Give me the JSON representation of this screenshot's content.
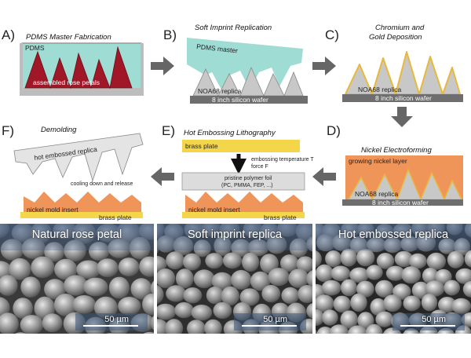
{
  "steps": {
    "A": {
      "letter": "A)",
      "title": "PDMS Master Fabrication",
      "pdms": "PDMS",
      "petals": "assembled rose petals"
    },
    "B": {
      "letter": "B)",
      "title": "Soft Imprint Replication",
      "master": "PDMS master",
      "replica": "NOA68 replica",
      "wafer": "8 inch silicon wafer"
    },
    "C": {
      "letter": "C)",
      "title_line1": "Chromium and",
      "title_line2": "Gold Deposition",
      "replica": "NOA68 replica",
      "wafer": "8 inch silicon wafer"
    },
    "D": {
      "letter": "D)",
      "title": "Nickel Electroforming",
      "nickel": "growing nickel layer",
      "replica": "NOA68 replica",
      "wafer": "8 inch silicon wafer"
    },
    "E": {
      "letter": "E)",
      "title": "Hot Embossing Lithography",
      "brass_top": "brass plate",
      "temp": "embossing temperature T",
      "force": "force F",
      "foil_line1": "pristine polymer foil",
      "foil_line2": "(PC, PMMA, FEP, ...)",
      "insert": "nickel mold insert",
      "brass_bottom": "brass plate"
    },
    "F": {
      "letter": "F)",
      "title": "Demolding",
      "replica": "hot embossed replica",
      "cooling": "cooling down and release",
      "insert": "nickel mold insert",
      "brass": "brass plate"
    }
  },
  "micrographs": [
    {
      "title": "Natural rose petal",
      "scale": "50 µm"
    },
    {
      "title": "Soft imprint replica",
      "scale": "50 µm"
    },
    {
      "title": "Hot embossed replica",
      "scale": "50 µm"
    }
  ],
  "colors": {
    "pdms": "#9fdcd4",
    "petal": "#a01828",
    "replica": "#c8c8c8",
    "wafer": "#6e6e6e",
    "gold": "#e8b83a",
    "nickel": "#f0955a",
    "brass": "#f4d64a",
    "arrow": "#666666"
  }
}
